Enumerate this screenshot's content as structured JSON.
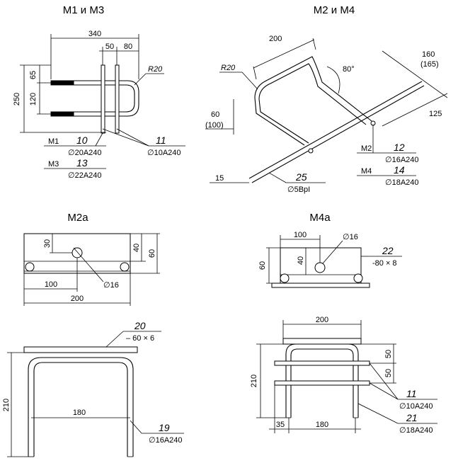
{
  "titles": {
    "m1": "М1 и М3",
    "m2": "М2 и М4",
    "m2a": "М2а",
    "m4a": "М4а"
  },
  "m1": {
    "dim_340": "340",
    "dim_50": "50",
    "dim_80": "80",
    "dim_r20": "R20",
    "dim_65": "65",
    "dim_120": "120",
    "dim_250": "250",
    "row1_mark": "М1",
    "row1_pos": "10",
    "row1_spec": "∅20А240",
    "row2_mark": "М3",
    "row2_pos": "13",
    "row2_spec": "∅22А240",
    "pos11": "11",
    "pos11_spec": "∅10А240"
  },
  "m2": {
    "dim_200": "200",
    "dim_r20": "R20",
    "dim_80deg": "80°",
    "dim_160": "160",
    "dim_165": "(165)",
    "dim_60": "60",
    "dim_100": "(100)",
    "dim_125": "125",
    "dim_15": "15",
    "row1_mark": "М2",
    "row1_pos": "12",
    "row1_spec": "∅16А240",
    "row2_mark": "М4",
    "row2_pos": "14",
    "row2_spec": "∅18А240",
    "pos25": "25",
    "pos25_spec": "∅5ВрI"
  },
  "m2a": {
    "dim_30": "30",
    "dim_40": "40",
    "dim_60": "60",
    "dim_100": "100",
    "dim_200": "200",
    "dim_d16": "∅16",
    "pos20": "20",
    "pos20_spec": "– 60 × 6",
    "dim_210": "210",
    "dim_180": "180",
    "pos19": "19",
    "pos19_spec": "∅16А240"
  },
  "m4a": {
    "dim_100": "100",
    "dim_d16": "∅16",
    "dim_60": "60",
    "dim_40": "40",
    "pos22": "22",
    "pos22_spec": "-80 × 8",
    "dim_200": "200",
    "dim_50a": "50",
    "dim_50b": "50",
    "dim_210": "210",
    "dim_35": "35",
    "dim_180": "180",
    "pos11": "11",
    "pos11_spec": "∅10А240",
    "pos21": "21",
    "pos21_spec": "∅18А240"
  }
}
